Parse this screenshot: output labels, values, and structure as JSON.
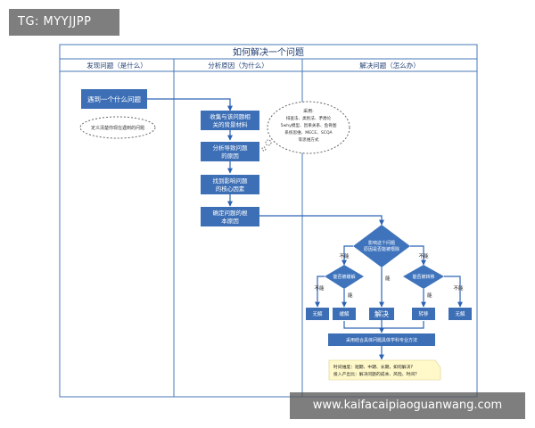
{
  "watermark_top": "TG: MYYJJPP",
  "watermark_bottom": "www.kaifacaipiaoguanwang.com",
  "colors": {
    "box_blue": "#3d6fb6",
    "diamond_blue": "#3f74bd",
    "line_blue": "#2d63b4",
    "border": "#4a78b8",
    "note_yellow": "#fff8c8"
  },
  "title": "如何解决一个问题",
  "columns": [
    "发现问题（是什么）",
    "分析原因（为什么）",
    "解决问题（怎么办）"
  ],
  "nodes": {
    "start": "遇到一个什么问题",
    "define_note": "定义清楚你现在遇到的问题",
    "collect": [
      "收集与该问题相",
      "关的背景材料"
    ],
    "analyze": [
      "分析导致问题",
      "的原因"
    ],
    "find": [
      "找到影响问题",
      "的核心因素"
    ],
    "root": [
      "确定问题的根",
      "本原因"
    ],
    "method_note": [
      "采用:",
      "排查法、类别法、矛盾论",
      "5why模型、因果关系、鱼骨图",
      "系统思维、MECE、SCQA",
      "等思维方式"
    ],
    "d_main": [
      "影响这个问题",
      "原因是否能被根除"
    ],
    "d_left": "能否被缓解",
    "d_right": "能否被转移",
    "r_none": "无解",
    "r_relieve": "缓解",
    "r_solve": "解决",
    "r_transfer": "转移",
    "r_none2": "无解",
    "final": "采用结合具体问题具体学科专业方法",
    "time_note": [
      "时间维度：短期、中期、长期，如何解决?",
      "投入产出比：解决问题的成本、风险、时间?"
    ]
  },
  "edge_labels": {
    "cannot_1": "不能",
    "cannot_2": "不能",
    "cannot_3": "不能",
    "cannot_4": "不能",
    "can_1": "能",
    "can_2": "能",
    "can_3": "能"
  }
}
